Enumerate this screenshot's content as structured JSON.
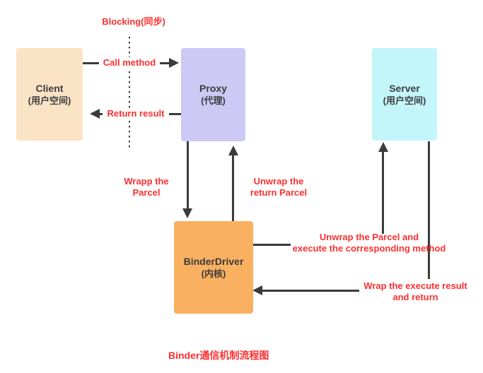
{
  "diagram_title": "Binder通信机制流程图",
  "colors": {
    "label_red": "#fa3030",
    "stroke_dark": "#3b3b3b",
    "client_bg": "#fbe3c6",
    "proxy_bg": "#ccc9f5",
    "server_bg": "#c3f6fa",
    "binder_driver_bg": "#f9b161"
  },
  "nodes": {
    "client": {
      "name": "Client",
      "subtitle": "(用户空间)"
    },
    "proxy": {
      "name": "Proxy",
      "subtitle": "(代理)"
    },
    "server": {
      "name": "Server",
      "subtitle": "(用户空间)"
    },
    "binder_driver": {
      "name": "BinderDriver",
      "subtitle": "(内核)"
    }
  },
  "labels": {
    "blocking": "Blocking(同步)",
    "call_method": "Call method",
    "return_result": "Return result",
    "wrap_parcel": {
      "line1": "Wrapp the",
      "line2": "Parcel"
    },
    "unwrap_return_parcel": {
      "line1": "Unwrap the",
      "line2": "return Parcel"
    },
    "unwrap_execute": {
      "line1": "Unwrap the Parcel and",
      "line2": "execute the corresponding method"
    },
    "wrap_result": {
      "line1": "Wrap the execute result",
      "line2": "and return"
    }
  }
}
